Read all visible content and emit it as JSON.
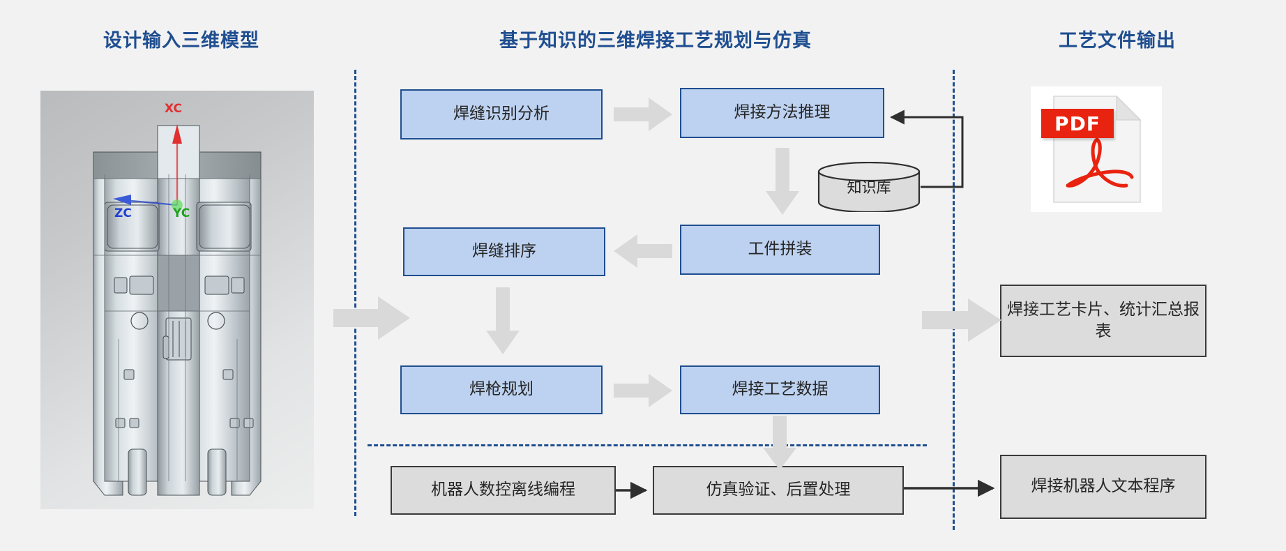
{
  "sections": {
    "left_title": "设计输入三维模型",
    "center_title": "基于知识的三维焊接工艺规划与仿真",
    "right_title": "工艺文件输出"
  },
  "cad_view": {
    "name": "三维模型视图",
    "axis_labels": {
      "x": "XC",
      "y": "YC",
      "z": "ZC"
    },
    "axis_colors": {
      "x": "#e03030",
      "y": "#22a022",
      "z": "#2040d0"
    },
    "background_top": "#b9bbbd",
    "background_bottom": "#eceded"
  },
  "flow": {
    "row1": [
      {
        "label": "焊缝识别分析"
      },
      {
        "label": "焊接方法推理"
      }
    ],
    "row2": [
      {
        "label": "焊缝排序"
      },
      {
        "label": "工件拼装"
      }
    ],
    "row3": [
      {
        "label": "焊枪规划"
      },
      {
        "label": "焊接工艺数据"
      }
    ],
    "row4": [
      {
        "label": "机器人数控离线编程"
      },
      {
        "label": "仿真验证、后置处理"
      }
    ],
    "knowledge_base": {
      "label": "知识库"
    }
  },
  "outputs": {
    "pdf_icon": {
      "label": "PDF"
    },
    "reports": {
      "label": "焊接工艺卡片、统计汇总报表",
      "line1": "焊接工艺卡片、统计汇",
      "line2": "总报表"
    },
    "robot_program": {
      "label": "焊接机器人文本程序"
    }
  },
  "colors": {
    "title_blue": "#1f4e90",
    "box_blue_fill": "#bdd2f0",
    "box_blue_border": "#1f4e90",
    "box_gray_fill": "#dcdcdc",
    "box_gray_border": "#3a3a3a",
    "block_arrow": "#d9d9d9",
    "dash_blue": "#1f4e90",
    "page_bg": "#f2f2f2",
    "pdf_red": "#e8230f"
  }
}
